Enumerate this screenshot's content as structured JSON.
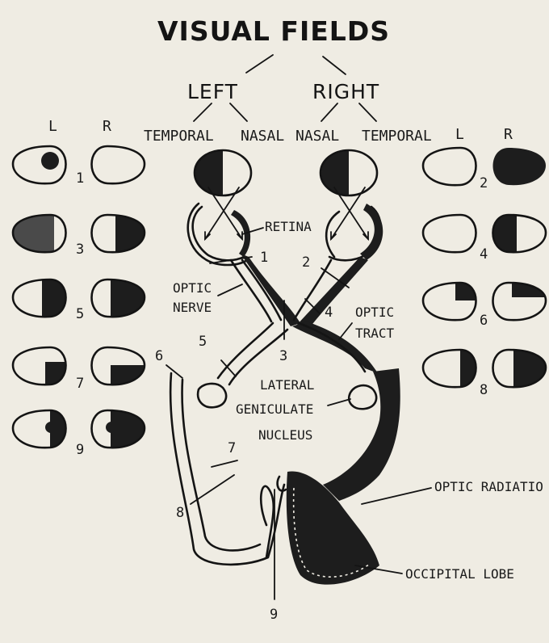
{
  "title": "VISUAL FIELDS",
  "sides": {
    "left": "LEFT",
    "right": "RIGHT"
  },
  "halves": {
    "temporal": "TEMPORAL",
    "nasal": "NASAL"
  },
  "eye_letters": {
    "l": "L",
    "r": "R"
  },
  "labels": {
    "retina": "RETINA",
    "optic_nerve_1": "OPTIC",
    "optic_nerve_2": "NERVE",
    "optic_tract_1": "OPTIC",
    "optic_tract_2": "TRACT",
    "lgn_1": "LATERAL",
    "lgn_2": "GENICULATE",
    "lgn_3": "NUCLEUS",
    "optic_radiation": "OPTIC RADIATIO",
    "occipital_lobe": "OCCIPITAL LOBE"
  },
  "lesion_numbers": [
    "1",
    "2",
    "3",
    "4",
    "5",
    "6",
    "7",
    "8",
    "9"
  ],
  "colors": {
    "ink": "#141414",
    "paper": "#efece3",
    "shade": "#4a4a4a"
  }
}
